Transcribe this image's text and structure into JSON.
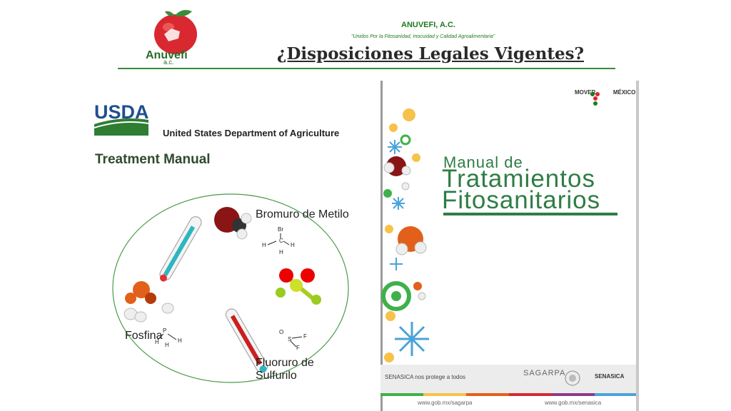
{
  "header": {
    "logo_name": "Anuvefi",
    "logo_sub": "a.c.",
    "org": "ANUVEFI, A.C.",
    "motto": "\"Unidos Por la Fitosanidad, Inocuidad y Calidad Agroalimentaria\"",
    "title": "¿Disposiciones Legales Vigentes?"
  },
  "usda": {
    "logo_text": "USDA",
    "department": "United States Department of Agriculture",
    "manual": "Treatment Manual",
    "labels": {
      "bromuro": "Bromuro de Metilo",
      "fosfina": "Fosfina",
      "fluoruro": "Fluoruro de Sulfurilo"
    },
    "molecule_text": {
      "br": "Br",
      "c": "C",
      "h": "H",
      "s": "S",
      "f": "F",
      "o": "O",
      "p": "P"
    }
  },
  "cover": {
    "brand_left": "MOVER",
    "brand_right": "MÉXICO",
    "title_line1": "Manual de",
    "title_line2": "Tratamientos",
    "title_line3": "Fitosanitarios",
    "footer_senasica_text": "SENASICA nos protege a todos",
    "footer_sagarpa": "SAGARPA",
    "footer_senasica": "SENASICA",
    "url1": "www.gob.mx/sagarpa",
    "url2": "www.gob.mx/senasica"
  },
  "colors": {
    "accent_green": "#2f7d45",
    "header_green": "#1f7a1f",
    "usda_blue": "#1f4f8f",
    "apple_red": "#d9282f"
  }
}
